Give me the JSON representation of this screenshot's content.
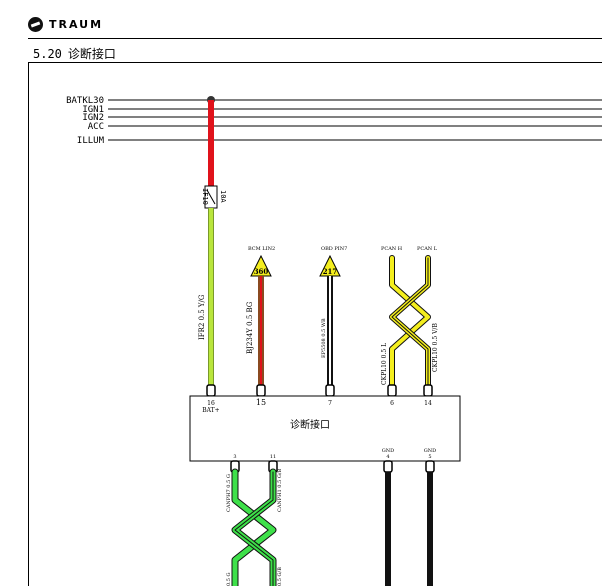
{
  "header": {
    "brand": "TRAUM"
  },
  "section": {
    "number": "5.20",
    "title": "诊断接口"
  },
  "bus_labels": [
    "BATKL30",
    "IGN1",
    "IGN2",
    "ACC",
    "ILLUM"
  ],
  "fuse": {
    "name": "IF10",
    "rating": "10A"
  },
  "connectors": {
    "top_labels": [
      "BCM LIN2",
      "OBD PIN7",
      "PCAN H",
      "PCAN L"
    ],
    "splice_numbers": [
      "360",
      "217"
    ]
  },
  "wires": {
    "power": "IFR2 0.5 Y/G",
    "lin": "BJ234Y 0.5 BG",
    "obd": "EP5508 0.5 WB",
    "pcan_h": "CKPL10 0.5 L",
    "pcan_l": "CKPL10 0.5 V/B",
    "lower_left": "CANPH7 0.5 G",
    "lower_right": "CANPH1 0.5 G/B",
    "bottom_left": "0.5 G",
    "bottom_right": "0.5 G/B"
  },
  "module": {
    "title": "诊断接口",
    "pins_top": [
      "16",
      "15",
      "7",
      "6",
      "14"
    ],
    "pin_sub": "BAT+",
    "pins_bottom": [
      "3",
      "11",
      "4",
      "5"
    ],
    "ground_labels": [
      "GND",
      "GND"
    ]
  },
  "colors": {
    "red": "#e0121b",
    "yellow_green": "#b9e63c",
    "yellow": "#f4ee1e",
    "green": "#3ee04a",
    "black": "#111111",
    "brown": "#8a4a20"
  }
}
